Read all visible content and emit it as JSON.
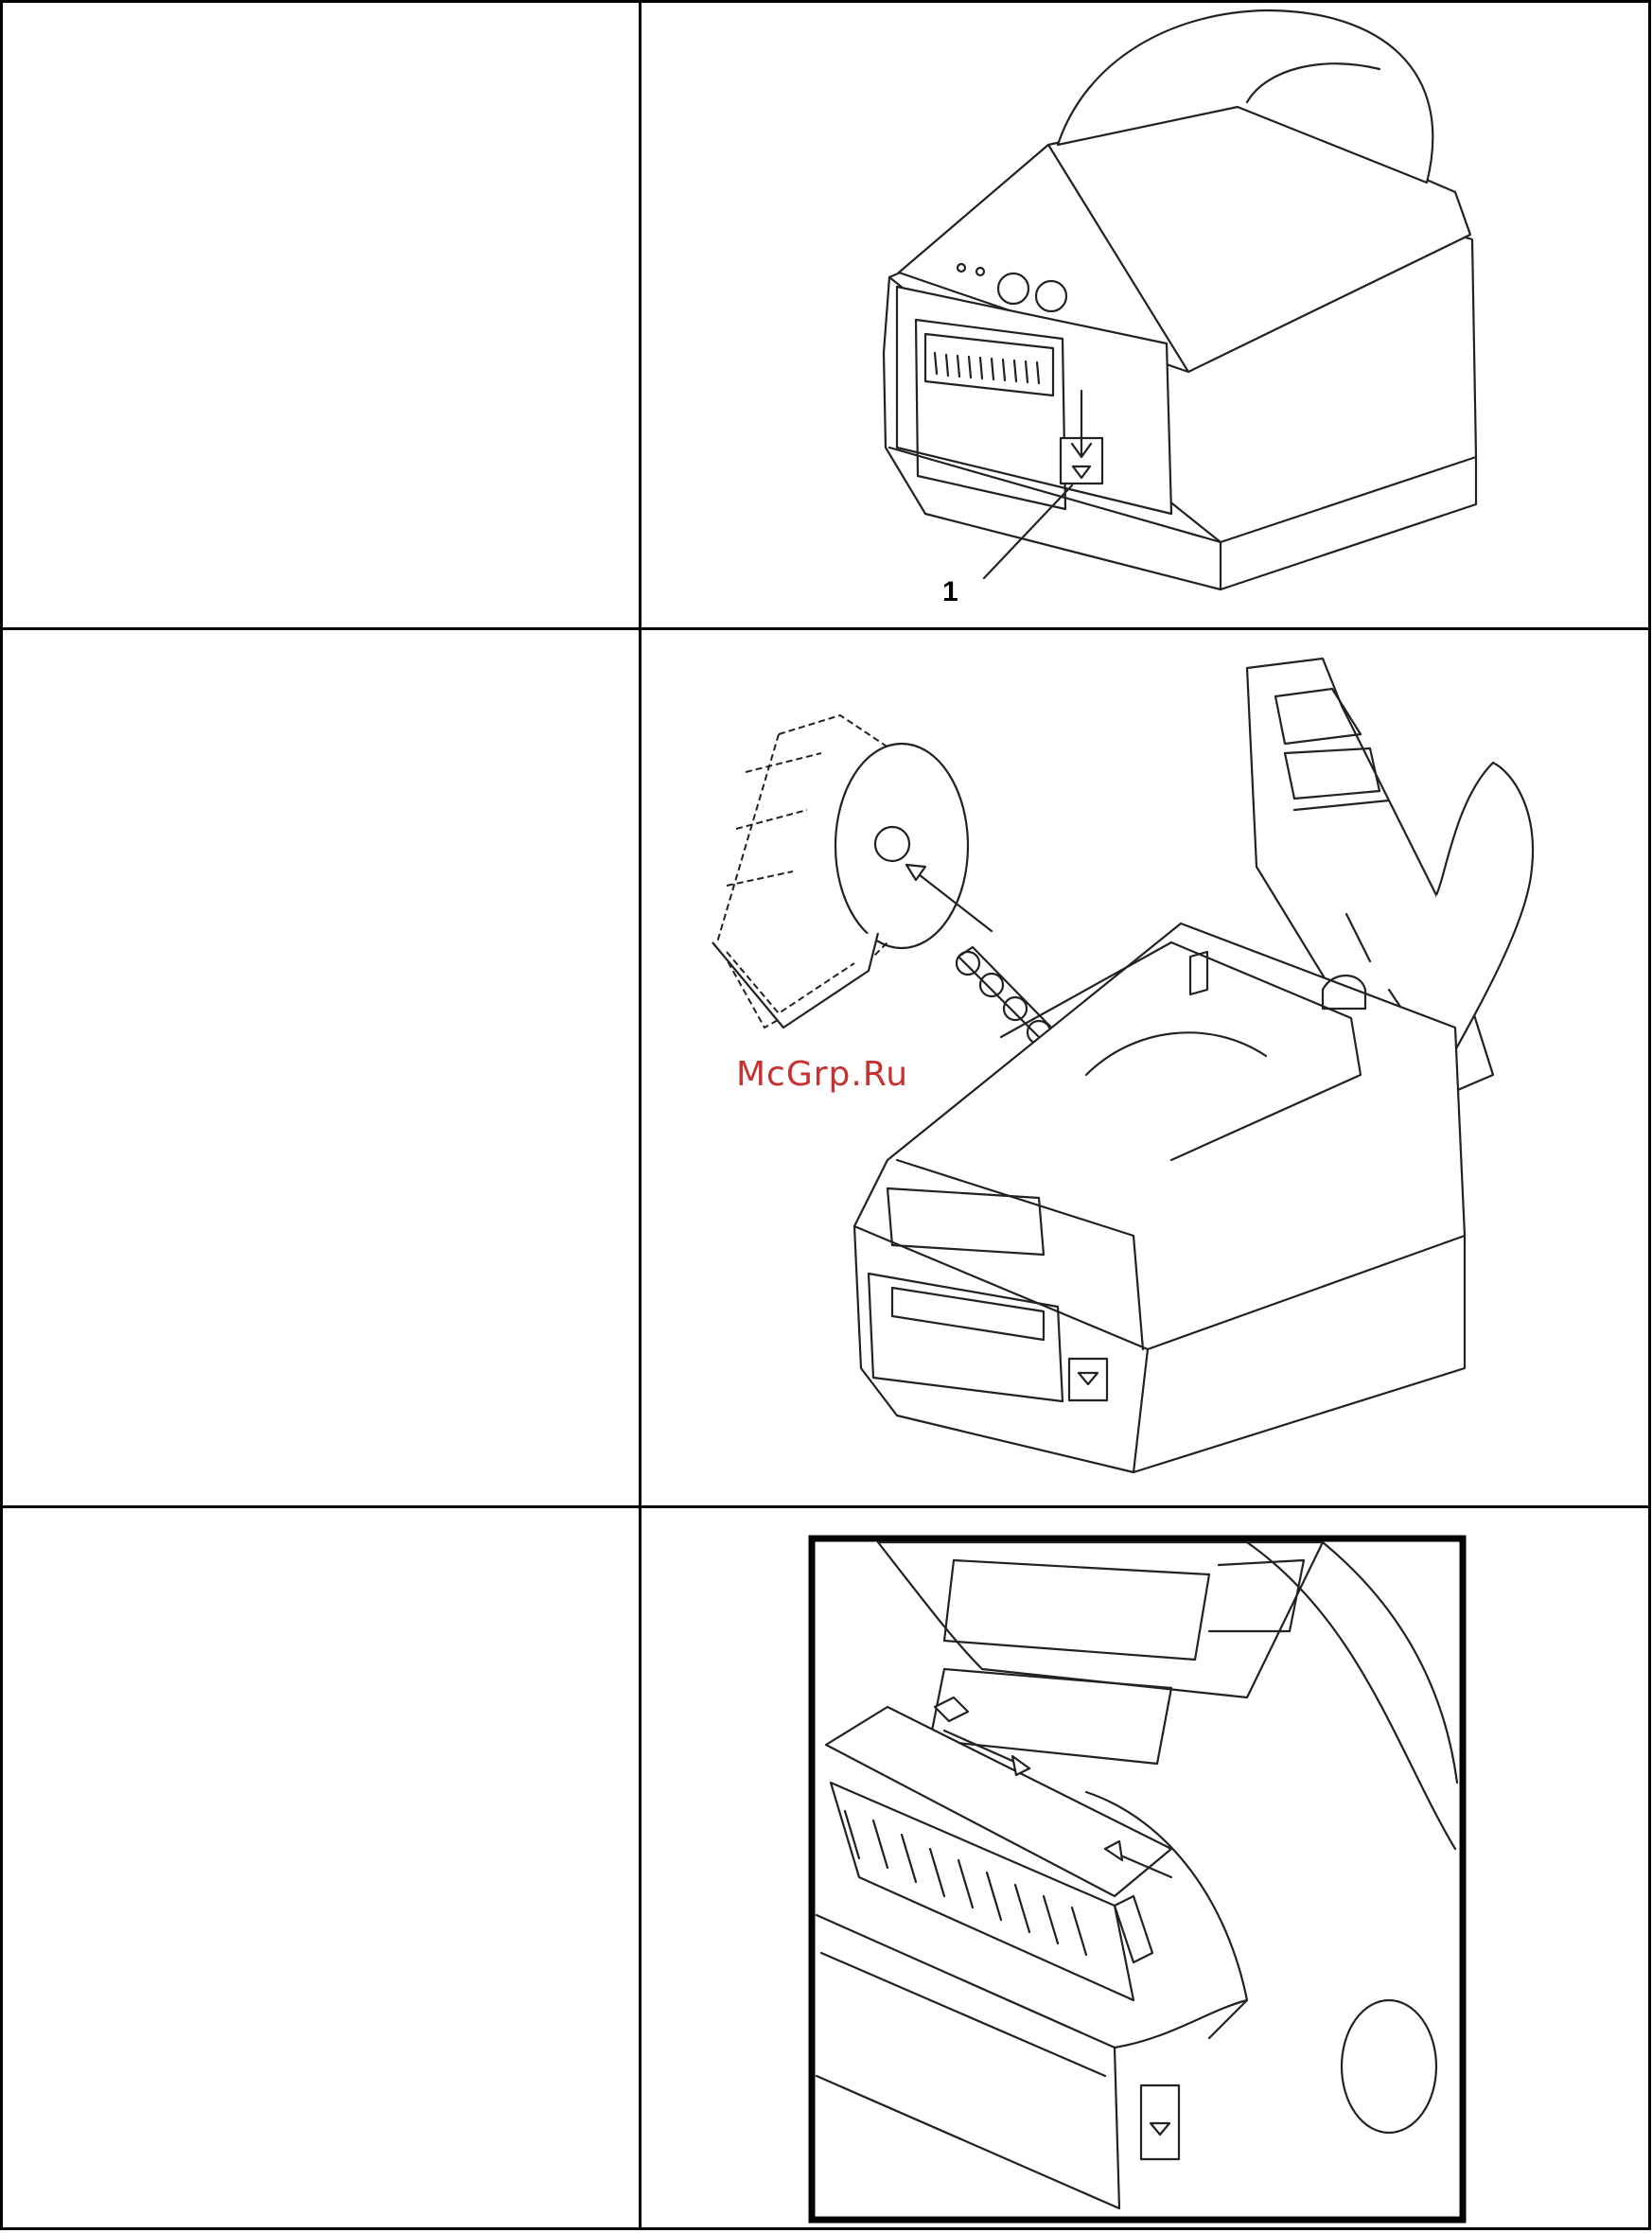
{
  "steps": [
    {
      "text": "",
      "figure": "printer-closed",
      "callout": "1"
    },
    {
      "text": "",
      "figure": "loading-label-roll"
    },
    {
      "text": "",
      "figure": "media-guides-closeup"
    }
  ],
  "watermark": "McGrp.Ru"
}
